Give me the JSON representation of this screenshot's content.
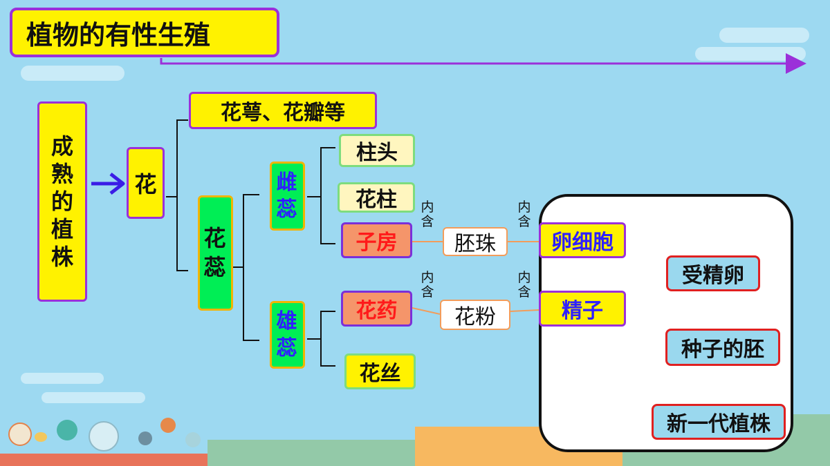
{
  "title": "植物的有性生殖",
  "nodes": {
    "mature_plant": "成熟的植株",
    "flower": "花",
    "sepal_petal": "花萼、花瓣等",
    "stamen_pistil": "花蕊",
    "pistil": "雌蕊",
    "stamen": "雄蕊",
    "stigma": "柱头",
    "style": "花柱",
    "ovary": "子房",
    "anther": "花药",
    "filament": "花丝",
    "ovule": "胚珠",
    "pollen": "花粉",
    "egg_cell": "卵细胞",
    "sperm": "精子",
    "zygote": "受精卵",
    "embryo": "种子的胚",
    "new_plant": "新一代植株"
  },
  "relations": {
    "contains_1": "内含",
    "contains_2": "内含",
    "contains_3": "内含",
    "contains_4": "内含"
  },
  "colors": {
    "background": "#9dd9f1",
    "yellow": "#fff200",
    "green": "#00ee55",
    "purple_border": "#9b30d9",
    "red_text": "#ff1a1a",
    "blue_text": "#2f20ff",
    "arrow": "#3a1de6"
  }
}
